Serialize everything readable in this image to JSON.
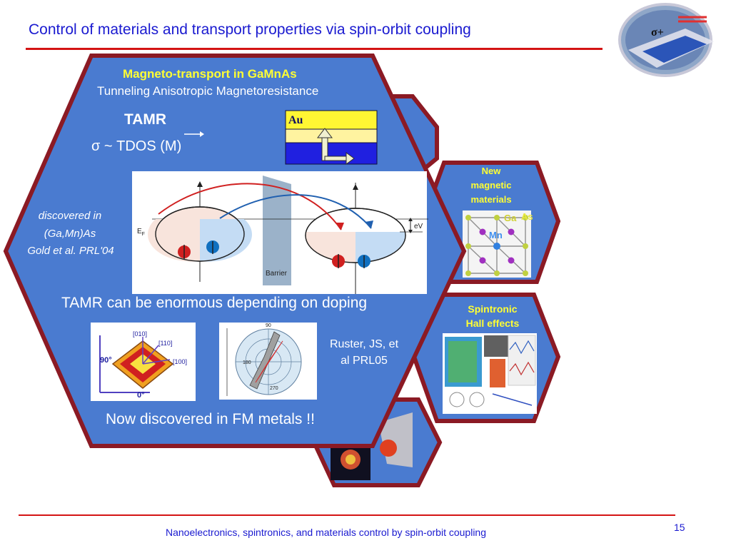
{
  "slide": {
    "title": "Control of materials and transport properties via spin-orbit coupling",
    "footer": "Nanoelectronics, spintronics, and materials control by spin-orbit coupling",
    "page_number": "15"
  },
  "main_hex": {
    "heading": "Magneto-transport in GaMnAs",
    "subheading": "Tunneling Anisotropic Magnetoresistance",
    "tamr_label": "TAMR",
    "formula": "σ ~ TDOS (M)",
    "discovered_line1": "discovered in",
    "discovered_line2": "(Ga,Mn)As",
    "discovered_line3": "Gold et al. PRL'04",
    "enormous": "TAMR can be enormous depending on doping",
    "ruster_line1": "Ruster, JS,  et",
    "ruster_line2": "al PRL05",
    "fm_metals": "Now discovered in FM metals !!"
  },
  "layer_stack": {
    "au_label": "Au"
  },
  "barrier_diagram": {
    "ef_label": "E",
    "ef_sub": "F",
    "ev_label": "eV",
    "barrier_label": "Barrier"
  },
  "side_hex_materials": {
    "line1": "New",
    "line2": "magnetic",
    "line3": "materials",
    "ga_label": "Ga",
    "as_label": "As",
    "mn_label": "Mn"
  },
  "side_hex_hall": {
    "line1": "Spintronic",
    "line2": "Hall effects"
  },
  "crystal_inset": {
    "dir_010": "[010]",
    "dir_110": "[110]",
    "dir_100": "[100]",
    "angle_90": "90°",
    "angle_0": "0°"
  },
  "polar_inset": {
    "angle_90": "90",
    "angle_180": "180",
    "angle_270": "270"
  },
  "photo_inset": {
    "sigma": "σ+"
  },
  "colors": {
    "title_blue": "#1a1ad0",
    "rule_red": "#d41414",
    "hex_fill": "#4a7bd0",
    "hex_border": "#8b1a24",
    "heading_yellow": "#ffff33"
  }
}
